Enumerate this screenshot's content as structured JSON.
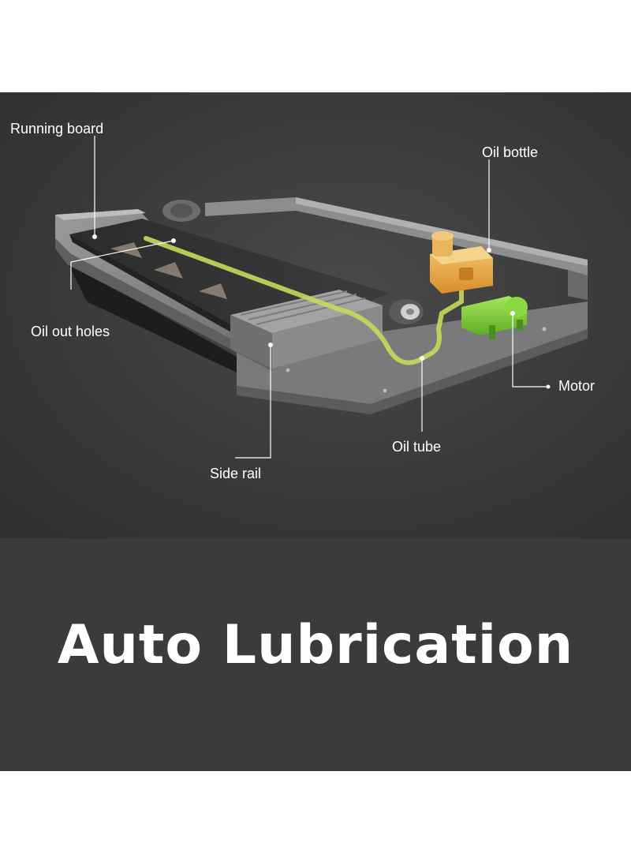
{
  "labels": {
    "running_board": "Running board",
    "oil_bottle": "Oil bottle",
    "oil_out_holes": "Oil out holes",
    "motor": "Motor",
    "oil_tube": "Oil tube",
    "side_rail": "Side rail"
  },
  "banner": {
    "title": "Auto Lubrication"
  },
  "colors": {
    "background": "#3a3a3a",
    "banner": "#3b3b3b",
    "oil_bottle": "#e9a94a",
    "motor": "#7fcf3a",
    "oil_tube": "#c8d85a",
    "text": "#ffffff"
  }
}
